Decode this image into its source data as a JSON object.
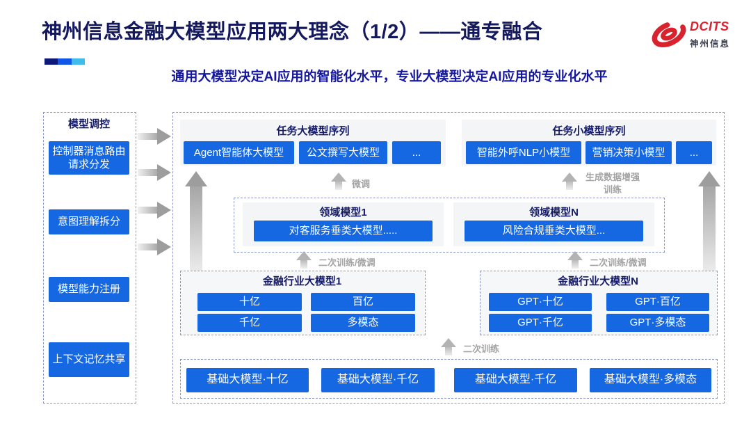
{
  "header": {
    "title": "神州信息金融大模型应用两大理念（1/2）——通专融合",
    "subtitle": "通用大模型决定AI应用的智能化水平，专业大模型决定AI应用的专业化水平",
    "logo": {
      "brand": "DCITS",
      "brand_cn": "神州信息"
    }
  },
  "sidebar": {
    "title": "模型调控",
    "items": [
      {
        "label": "控制器消息路由请求分发"
      },
      {
        "label": "意图理解拆分"
      },
      {
        "label": "模型能力注册"
      },
      {
        "label": "上下文记忆共享"
      }
    ]
  },
  "main": {
    "task_large": {
      "title": "任务大模型序列",
      "items": [
        "Agent智能体大模型",
        "公文撰写大模型",
        "..."
      ]
    },
    "task_small": {
      "title": "任务小模型序列",
      "items": [
        "智能外呼NLP小模型",
        "营销决策小模型",
        "..."
      ]
    },
    "labels": {
      "fine_tune": "微调",
      "gen_data_training": "生成数据增强训练",
      "retrain_finetune": "二次训练/微调",
      "retrain": "二次训练"
    },
    "domain": {
      "groups": [
        {
          "title": "领域模型1",
          "item": "对客服务垂类大模型....."
        },
        {
          "title": "领域模型N",
          "item": "风险合规垂类大模型..."
        }
      ]
    },
    "industry": [
      {
        "title": "金融行业大模型1",
        "items": [
          "十亿",
          "百亿",
          "千亿",
          "多模态"
        ]
      },
      {
        "title": "金融行业大模型N",
        "items": [
          "GPT·十亿",
          "GPT·百亿",
          "GPT·千亿",
          "GPT·多模态"
        ]
      }
    ],
    "base": {
      "items": [
        "基础大模型·十亿",
        "基础大模型·千亿",
        "基础大模型·千亿",
        "基础大模型·多模态"
      ]
    }
  },
  "colors": {
    "accent_blue": "#1667e2",
    "navy_text": "#14195f",
    "subtitle_blue": "#1517a0",
    "logo_red": "#d8232e",
    "label_grey": "#a3a3a3",
    "accent_bar": [
      "#0d1878",
      "#1256e8",
      "#41bbea"
    ]
  }
}
